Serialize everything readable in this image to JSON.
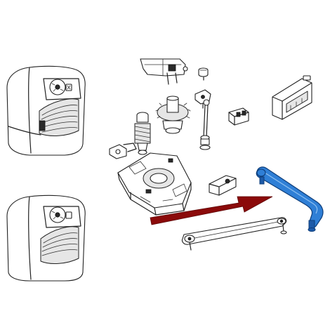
{
  "colors": {
    "background": "#ffffff",
    "line_art": "#222222",
    "highlight_part": "#2f7fd6",
    "highlight_part_outline": "#0d3d7a",
    "arrow": "#8b0a0a"
  },
  "parts": [
    {
      "name": "gear-motor-housing-upper"
    },
    {
      "name": "gear-motor-housing-lower"
    },
    {
      "name": "wiring-connector"
    },
    {
      "name": "small-screw"
    },
    {
      "name": "release-key"
    },
    {
      "name": "cable-bracket"
    },
    {
      "name": "worm-screw"
    },
    {
      "name": "main-gear"
    },
    {
      "name": "output-shaft"
    },
    {
      "name": "terminal-block"
    },
    {
      "name": "locking-clip"
    },
    {
      "name": "gearbox-base"
    },
    {
      "name": "limit-block"
    },
    {
      "name": "curved-drive-arm",
      "highlighted": true
    },
    {
      "name": "straight-arm"
    }
  ]
}
